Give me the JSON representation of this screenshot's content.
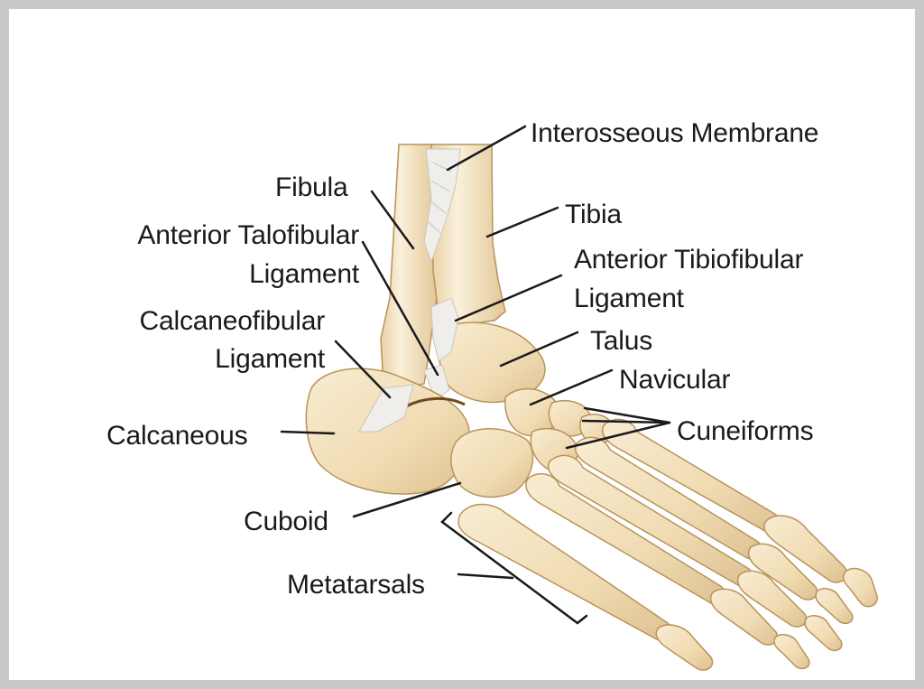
{
  "labels": {
    "interosseous_membrane": "Interosseous Membrane",
    "fibula": "Fibula",
    "tibia": "Tibia",
    "anterior_talofibular_1": "Anterior Talofibular",
    "anterior_talofibular_2": "Ligament",
    "anterior_tibiofibular_1": "Anterior Tibiofibular",
    "anterior_tibiofibular_2": "Ligament",
    "calcaneofibular_1": "Calcaneofibular",
    "calcaneofibular_2": "Ligament",
    "talus": "Talus",
    "navicular": "Navicular",
    "cuneiforms": "Cuneiforms",
    "calcaneous": "Calcaneous",
    "cuboid": "Cuboid",
    "metatarsals": "Metatarsals"
  },
  "colors": {
    "bone": "#f2dfb8",
    "bone_shadow": "#dcc08f",
    "bone_outline": "#b9935a",
    "ligament": "#ecebe7",
    "frame": "#c9c9c9",
    "leader": "#1a1a1a"
  }
}
